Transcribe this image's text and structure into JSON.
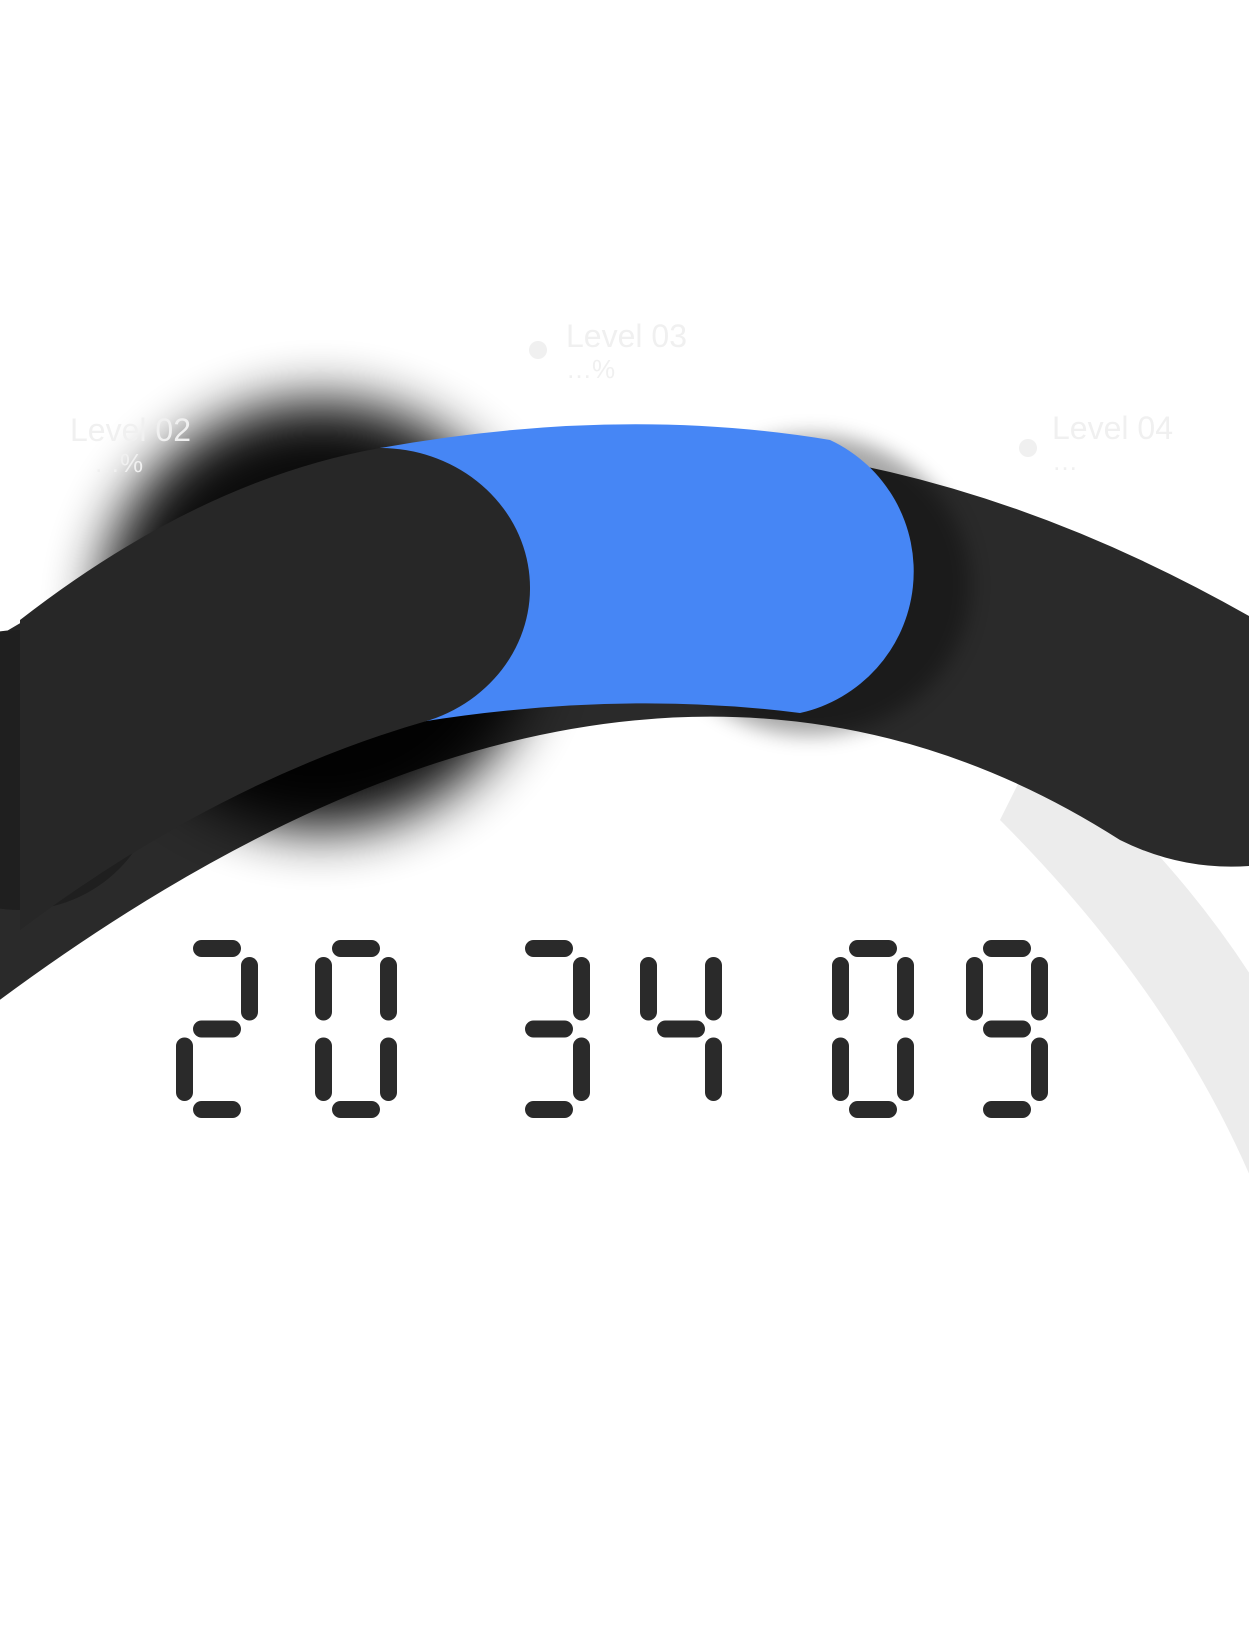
{
  "colors": {
    "background": "#ffffff",
    "track": "#2a2a2a",
    "track_dark": "#1f1f1f",
    "active": "#4686f5",
    "faint_label": "#f0f0f0",
    "light_track": "#ececec"
  },
  "levels": [
    {
      "title": "Level 02",
      "percent": "…%"
    },
    {
      "title": "Level 03",
      "percent": "…%"
    },
    {
      "title": "Level 04",
      "percent": "…"
    }
  ],
  "active_level": "Level 03",
  "clock": {
    "hours": "20",
    "minutes": "34",
    "seconds": "09"
  }
}
